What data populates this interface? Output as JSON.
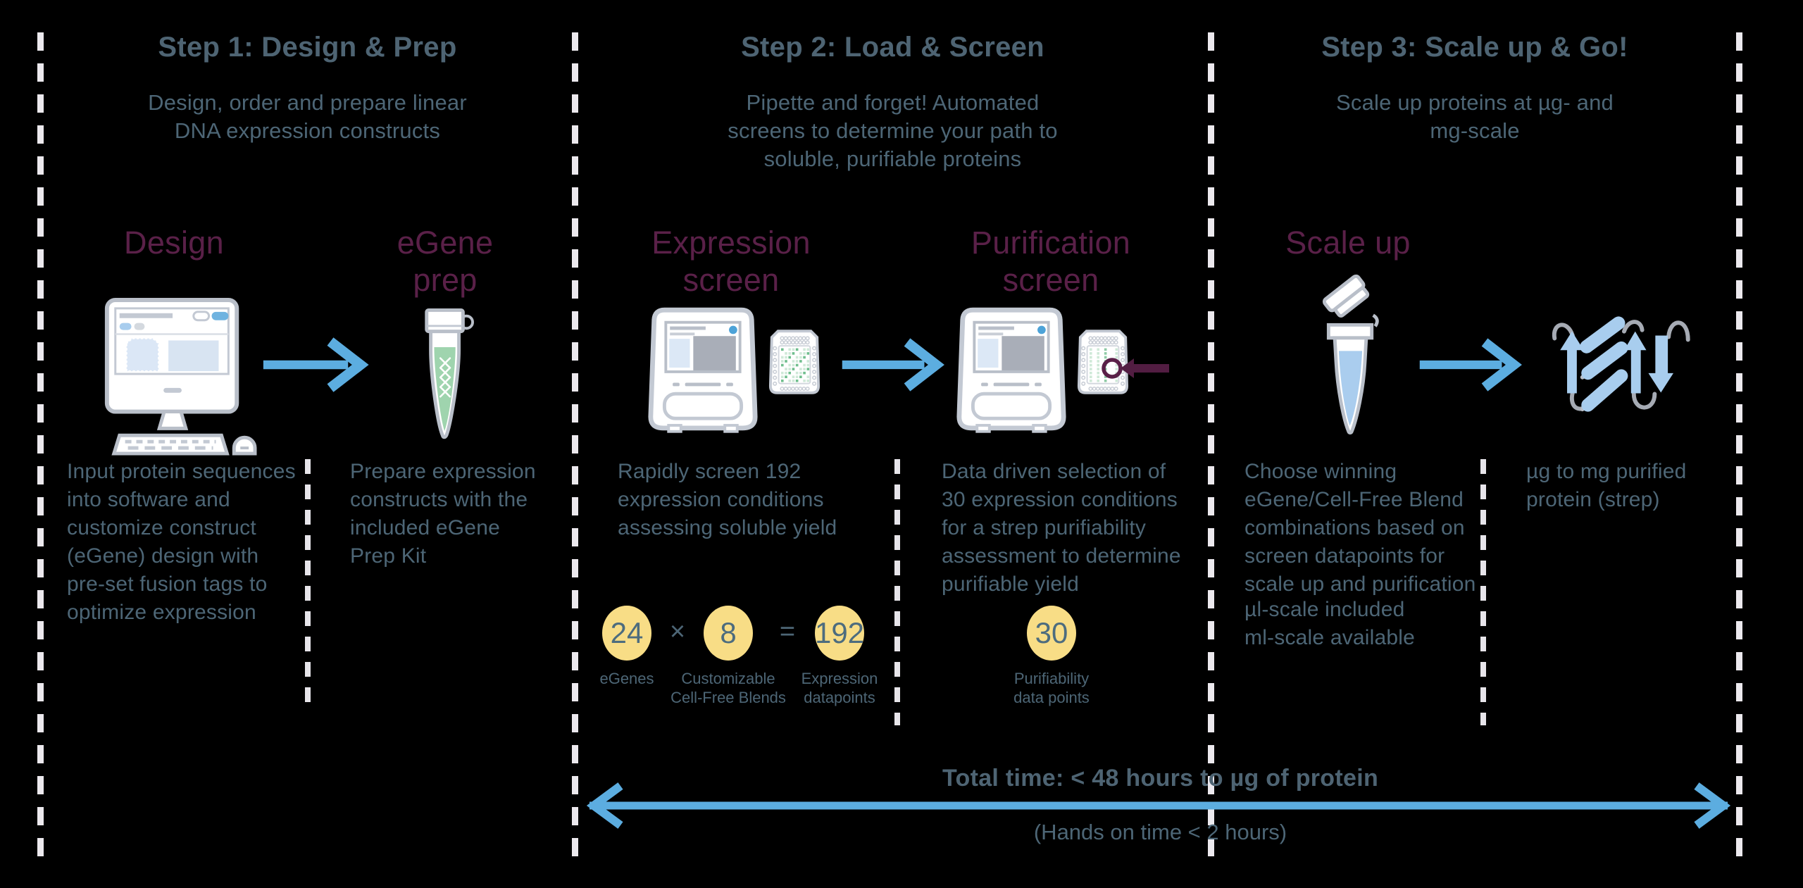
{
  "colors": {
    "background": "#000000",
    "slate_text": "#4d6676",
    "slate_title": "#4e6473",
    "plum": "#5a2048",
    "arrow_blue": "#5cade0",
    "icon_gray": "#b9bfc9",
    "light_blue": "#a8cdee",
    "gel_green": "#9fd4ae",
    "well_green": "#6fbe8d",
    "circle_yellow": "#f8dd86",
    "dash_white": "#ece9ee"
  },
  "icons": [
    "desktop-computer-icon",
    "egene-tube-icon",
    "arrow-right-icon",
    "instrument-icon",
    "plate-icon",
    "highlight-ring-icon",
    "arrow-left-plum-icon",
    "open-tube-icon",
    "protein-ribbon-icon",
    "double-arrow-icon"
  ],
  "steps": [
    {
      "title": "Step 1: Design & Prep",
      "description": "Design, order and prepare linear\nDNA expression constructs",
      "design_label": "Design",
      "egene_label": "eGene\nprep",
      "design_caption": "Input protein sequences\ninto software and\ncustomize construct\n(eGene) design with\npre-set fusion tags to\noptimize expression",
      "egene_caption": "Prepare expression\nconstructs with the\nincluded eGene\nPrep Kit"
    },
    {
      "title": "Step 2: Load & Screen",
      "description": "Pipette and forget! Automated\nscreens to determine your path to\nsoluble, purifiable proteins",
      "expression_label": "Expression\nscreen",
      "purification_label": "Purification\nscreen",
      "expression_caption": "Rapidly screen 192\nexpression conditions\nassessing soluble yield",
      "purification_caption": "Data driven selection of\n30 expression conditions\nfor a strep purifiability\nassessment to determine\npurifiable yield",
      "calc": {
        "egenes_value": "24",
        "egenes_label": "eGenes",
        "times": "×",
        "blends_value": "8",
        "blends_label": "Customizable\nCell-Free Blends",
        "equals": "=",
        "datapoints_value": "192",
        "datapoints_label": "Expression\ndatapoints",
        "purifiability_value": "30",
        "purifiability_label": "Purifiability\ndata points"
      }
    },
    {
      "title": "Step 3: Scale up & Go!",
      "description": "Scale up proteins at µg- and\nmg-scale",
      "scaleup_label": "Scale up",
      "scaleup_caption": "Choose winning\neGene/Cell-Free Blend\ncombinations based on\nscreen datapoints for\nscale up and purification",
      "scale_note": "µl-scale included\nml-scale available",
      "result_caption": "µg to mg purified\nprotein (strep)"
    }
  ],
  "footer": {
    "total_time": "Total time: < 48 hours to µg of protein",
    "hands_on": "(Hands on time < 2 hours)"
  }
}
